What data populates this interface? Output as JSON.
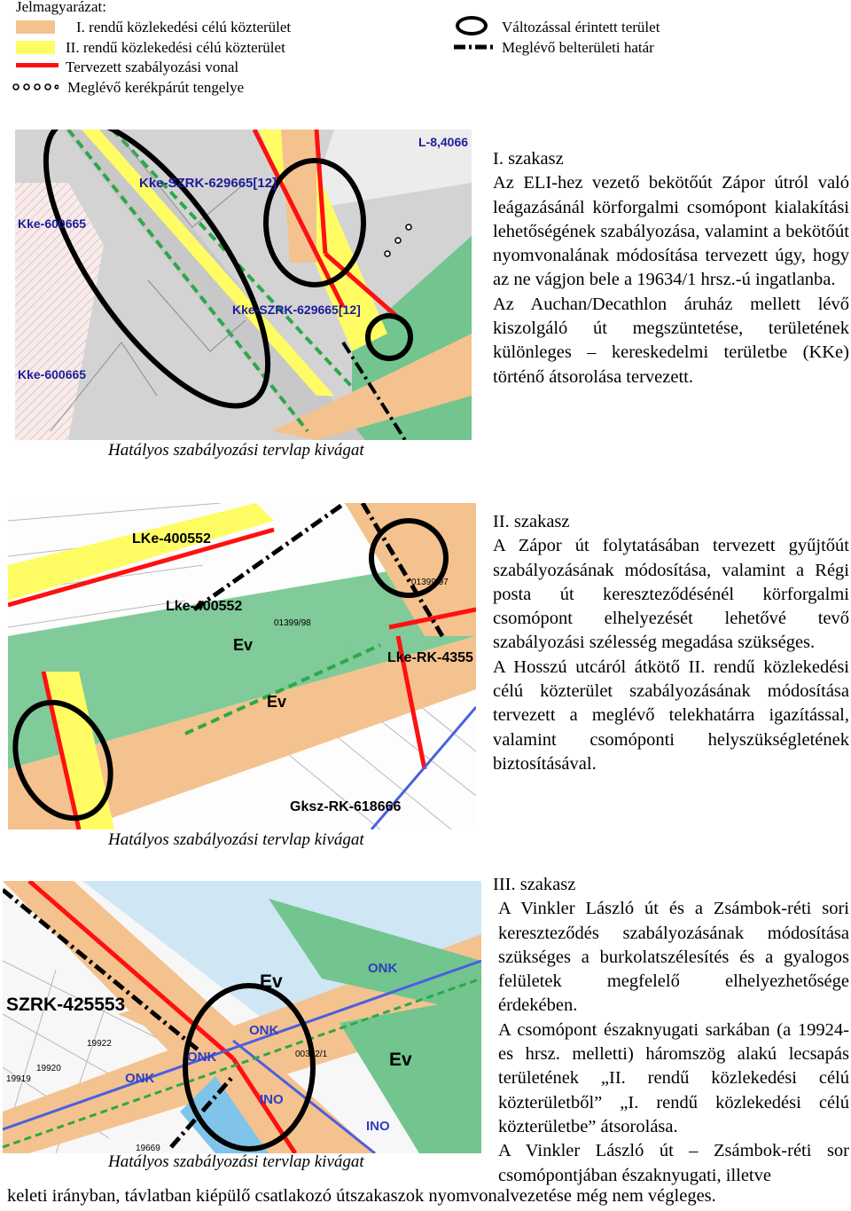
{
  "legend": {
    "title": "Jelmagyarázat:",
    "items": [
      {
        "label": "I. rendű közlekedési célú közterület",
        "color": "#f4c28e"
      },
      {
        "label": "II. rendű közlekedési célú közterület",
        "color": "#fffc64"
      },
      {
        "label": "Tervezett szabályozási vonal",
        "color": "#ff1010"
      },
      {
        "label": "Meglévő kerékpárút tengelye"
      }
    ],
    "right_items": [
      {
        "label": "Változással érintett terület"
      },
      {
        "label": "Meglévő belterületi határ"
      }
    ]
  },
  "sections": [
    {
      "title": "I. szakasz",
      "paragraphs": [
        "Az ELI-hez vezető bekötőút Zápor útról való leágazásánál körforgalmi csomópont kialakítási lehetőségének szabályozása, valamint a bekötőút nyomvonalának módosítása tervezett úgy, hogy az ne vágjon bele a 19634/1 hrsz.-ú ingatlanba.",
        "Az Auchan/Decathlon áruház mellett lévő kiszolgáló út megszüntetése, területének különleges – kereskedelmi területbe (KKe) történő átsorolása tervezett."
      ],
      "caption": "Hatályos szabályozási tervlap kivágat",
      "map_labels": [
        "Kke-SZRK-629665[12]",
        "Kke-600665",
        "Kke-SZRK-629665[12]",
        "Kke-600665",
        "L-8,4066"
      ]
    },
    {
      "title": "II. szakasz",
      "paragraphs": [
        "A Zápor út folytatásában tervezett gyűjtőút szabályozásának módosítása, valamint a Régi posta út kereszteződésénél körforgalmi csomópont elhelyezését lehetővé tevő szabályozási szélesség megadása szükséges.",
        "A Hosszú utcáról átkötő II. rendű közlekedési célú közterület szabályozásának módosítása tervezett a meglévő telekhatárra igazítással, valamint csomóponti helyszükségletének biztosításával."
      ],
      "caption": "Hatályos szabályozási tervlap kivágat",
      "map_labels": [
        "LKe-400552",
        "Lke-400552",
        "Ev",
        "Ev",
        "Lke-RK-4355",
        "Gksz-RK-618666",
        "01399/98",
        "01399/97"
      ]
    },
    {
      "title": "III. szakasz",
      "paragraphs": [
        "A Vinkler László út és a Zsámbok-réti sori kereszteződés szabályozásának módosítása szükséges a burkolatszélesítés és a gyalogos felületek megfelelő elhelyezhetősége érdekében.",
        "A csomópont északnyugati sarkában (a 19924-es hrsz. melletti) háromszög alakú lecsapás területének „II. rendű közlekedési célú közterületből” „I. rendű közlekedési célú közterületbe” átsorolása.",
        "A Vinkler László út – Zsámbok-réti sor csomópontjában északnyugati, illetve"
      ],
      "caption": "Hatályos szabályozási tervlap kivágat",
      "map_labels": [
        "SZRK-425553",
        "Ev",
        "Ev",
        "ONK",
        "ONK",
        "ONK",
        "ONK",
        "INO",
        "INO",
        "00342/1",
        "19922",
        "19920",
        "19919",
        "19669"
      ]
    }
  ],
  "footer_line": "keleti irányban, távlatban kiépülő csatlakozó útszakaszok nyomvonalvezetése még nem végleges."
}
